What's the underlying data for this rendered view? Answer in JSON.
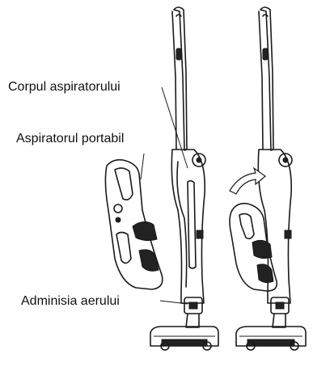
{
  "labels": {
    "vacuum_body": "Corpul aspiratorului",
    "handheld_vacuum": "Aspiratorul portabil",
    "air_intake": "Adminisia aerului"
  },
  "icons": [
    "direction-arrow-icon"
  ],
  "colors": {
    "ink": "#1a1a1a",
    "background": "#ffffff"
  }
}
